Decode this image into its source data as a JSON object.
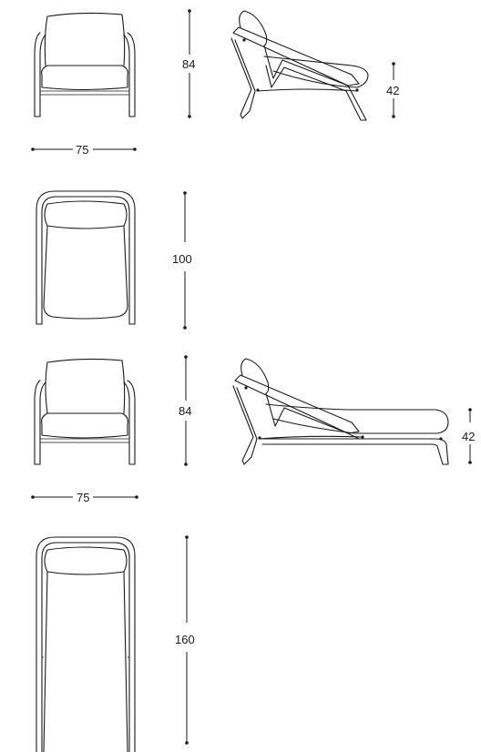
{
  "dimensions": {
    "armchair_front_height": "84",
    "armchair_side_seat_height": "42",
    "armchair_width": "75",
    "armchair_top_depth": "100",
    "chaise_front_height": "84",
    "chaise_side_seat_height": "42",
    "chaise_width": "75",
    "chaise_top_depth": "160"
  },
  "colors": {
    "line": "#1a1a1a",
    "background": "#ffffff"
  }
}
